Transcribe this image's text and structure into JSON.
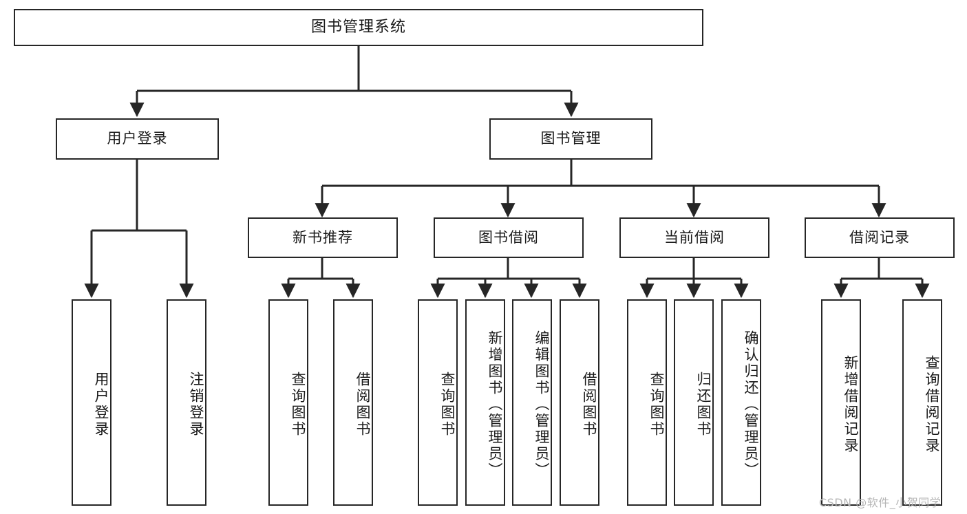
{
  "diagram": {
    "type": "tree",
    "title": "图书管理系统",
    "orientation": "top-down",
    "colors": {
      "stroke": "#262626",
      "fill": "#ffffff",
      "text": "#1a1a1a",
      "watermark": "#b5b5b5"
    },
    "levels": {
      "root": {
        "label": "图书管理系统"
      },
      "level2": [
        {
          "label": "用户登录"
        },
        {
          "label": "图书管理"
        }
      ],
      "level3": [
        {
          "label": "新书推荐"
        },
        {
          "label": "图书借阅"
        },
        {
          "label": "当前借阅"
        },
        {
          "label": "借阅记录"
        }
      ]
    },
    "nodes": {
      "root": "图书管理系统",
      "user_login": "用户登录",
      "book_manage": "图书管理",
      "new_book_rec": "新书推荐",
      "book_borrow": "图书借阅",
      "current_borrow": "当前借阅",
      "borrow_record": "借阅记录",
      "leaf_user_login": "用户登录",
      "leaf_user_logout": "注销登录",
      "leaf_query_book_1": "查询图书",
      "leaf_borrow_book_1": "借阅图书",
      "leaf_query_book_2": "查询图书",
      "leaf_add_book_admin": "新增图书（管理员）",
      "leaf_edit_book_admin": "编辑图书（管理员）",
      "leaf_borrow_book_2": "借阅图书",
      "leaf_query_book_3": "查询图书",
      "leaf_return_book": "归还图书",
      "leaf_confirm_return_admin": "确认归还（管理员）",
      "leaf_add_borrow_record": "新增借阅记录",
      "leaf_query_borrow_record": "查询借阅记录"
    },
    "edges": [
      {
        "from": "root",
        "to": "user_login"
      },
      {
        "from": "root",
        "to": "book_manage"
      },
      {
        "from": "user_login",
        "to": "leaf_user_login"
      },
      {
        "from": "user_login",
        "to": "leaf_user_logout"
      },
      {
        "from": "book_manage",
        "to": "new_book_rec"
      },
      {
        "from": "book_manage",
        "to": "book_borrow"
      },
      {
        "from": "book_manage",
        "to": "current_borrow"
      },
      {
        "from": "book_manage",
        "to": "borrow_record"
      },
      {
        "from": "new_book_rec",
        "to": "leaf_query_book_1"
      },
      {
        "from": "new_book_rec",
        "to": "leaf_borrow_book_1"
      },
      {
        "from": "book_borrow",
        "to": "leaf_query_book_2"
      },
      {
        "from": "book_borrow",
        "to": "leaf_add_book_admin"
      },
      {
        "from": "book_borrow",
        "to": "leaf_edit_book_admin"
      },
      {
        "from": "book_borrow",
        "to": "leaf_borrow_book_2"
      },
      {
        "from": "current_borrow",
        "to": "leaf_query_book_3"
      },
      {
        "from": "current_borrow",
        "to": "leaf_return_book"
      },
      {
        "from": "current_borrow",
        "to": "leaf_confirm_return_admin"
      },
      {
        "from": "borrow_record",
        "to": "leaf_add_borrow_record"
      },
      {
        "from": "borrow_record",
        "to": "leaf_query_borrow_record"
      }
    ]
  },
  "watermark": {
    "text": "CSDN @软件_小贺同学"
  }
}
